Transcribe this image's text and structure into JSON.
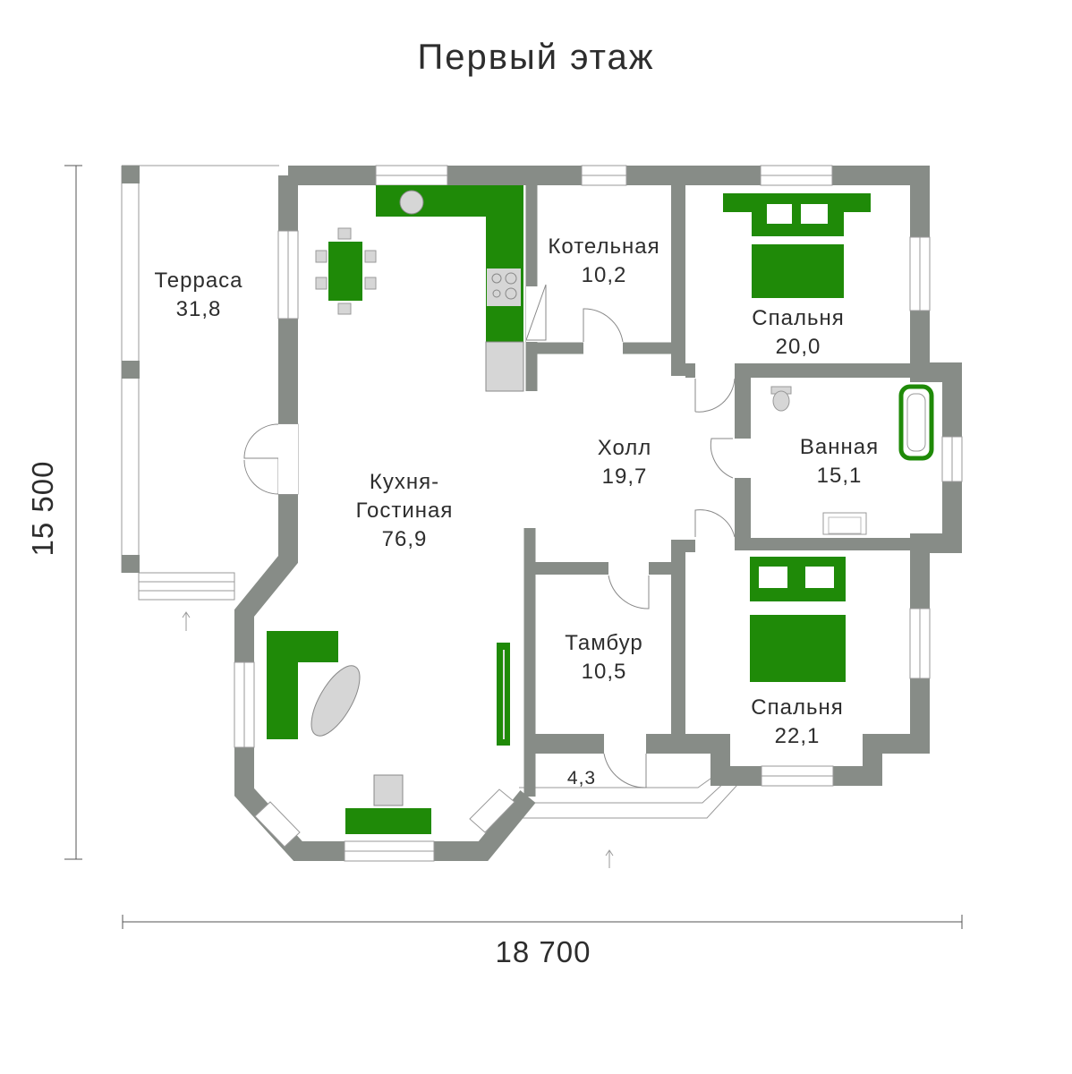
{
  "title": "Первый этаж",
  "dimensions": {
    "width": "18 700",
    "height": "15 500"
  },
  "rooms": [
    {
      "name": "Терраса",
      "area": "31,8"
    },
    {
      "name": "Котельная",
      "area": "10,2"
    },
    {
      "name": "Спальня",
      "area": "20,0"
    },
    {
      "name": "Холл",
      "area": "19,7"
    },
    {
      "name": "Ванная",
      "area": "15,1"
    },
    {
      "name": "Кухня-Гостиная",
      "name_line1": "Кухня-",
      "name_line2": "Гостиная",
      "area": "76,9"
    },
    {
      "name": "Тамбур",
      "area": "10,5"
    },
    {
      "name": "Спальня",
      "area": "22,1"
    },
    {
      "name": "",
      "area": "4,3"
    }
  ],
  "colors": {
    "wall": "#878c87",
    "furniture": "#1f8a08",
    "fixture": "#d6d6d6"
  }
}
